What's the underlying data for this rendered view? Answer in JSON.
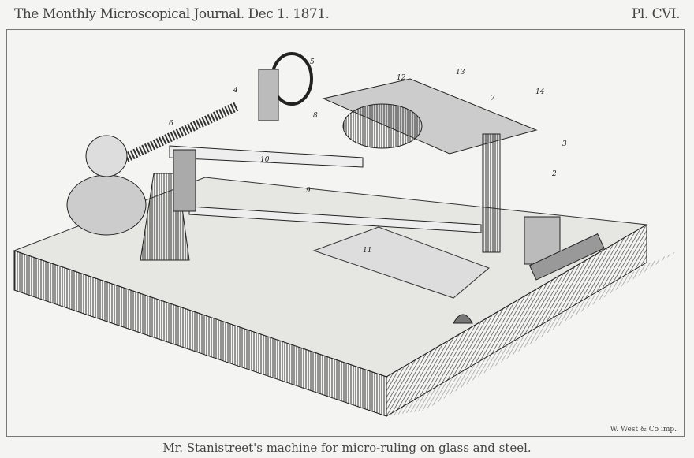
{
  "header": {
    "journal_title": "The Monthly Microscopical Journal. Dec 1. 1871.",
    "plate_number": "Pl. CVI."
  },
  "caption": "Mr. Stanistreet's machine for micro-ruling on glass and steel.",
  "imprint": "W. West & Co imp.",
  "figure_labels": [
    "2",
    "3",
    "4",
    "5",
    "6",
    "7",
    "8",
    "9",
    "10",
    "11",
    "12",
    "13",
    "14"
  ]
}
